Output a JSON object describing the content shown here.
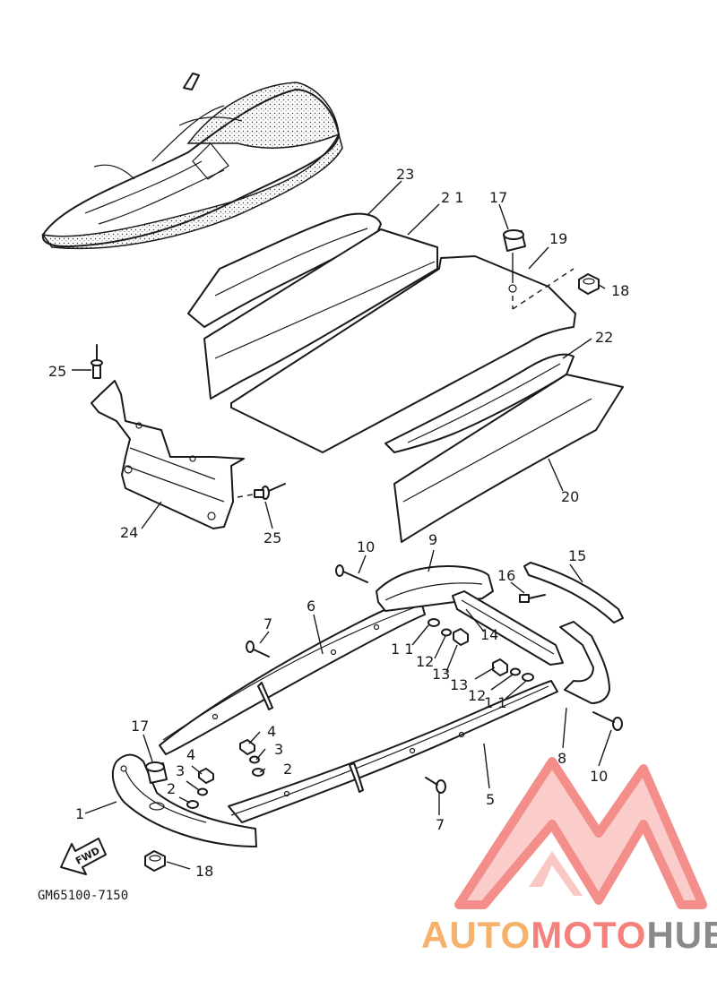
{
  "drawing_code": "GM65100-7150",
  "fwd_label": "FWD",
  "brand": {
    "part1": "AUTO",
    "part2": "MOTO",
    "part3": "HUB",
    "color_part1": "#f6b26b",
    "color_part2": "#f4817b",
    "color_part3": "#8a8a8a",
    "logo_color": "#f27b76"
  },
  "callouts": {
    "c1": "1",
    "c2a": "2",
    "c2b": "2",
    "c3a": "3",
    "c3b": "3",
    "c4a": "4",
    "c4b": "4",
    "c5": "5",
    "c6": "6",
    "c7a": "7",
    "c7b": "7",
    "c8": "8",
    "c9": "9",
    "c10a": "10",
    "c10b": "10",
    "c11a": "1 1",
    "c11b": "1 1",
    "c12a": "12",
    "c12b": "12",
    "c13a": "13",
    "c13b": "13",
    "c14": "14",
    "c15": "15",
    "c16": "16",
    "c17a": "17",
    "c17b": "17",
    "c18a": "18",
    "c18b": "18",
    "c19": "19",
    "c20": "20",
    "c21": "2 1",
    "c22": "22",
    "c23": "23",
    "c24": "24",
    "c25a": "25",
    "c25b": "25"
  }
}
